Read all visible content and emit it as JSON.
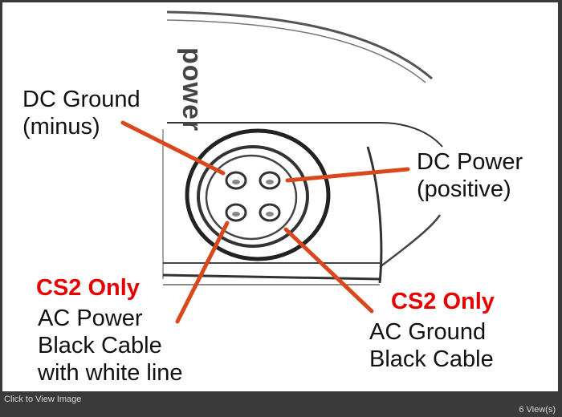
{
  "diagram": {
    "housing_text": "power",
    "labels": {
      "dc_ground": "DC Ground\n(minus)",
      "dc_power": "DC Power\n(positive)",
      "cs2_left": "CS2 Only",
      "ac_power": "AC Power\nBlack Cable\nwith white line",
      "cs2_right": "CS2 Only",
      "ac_ground": "AC Ground\nBlack Cable"
    },
    "colors": {
      "leader_line": "#d9481c",
      "cs2_text": "#e60000"
    }
  },
  "footer": {
    "caption": "Click to View Image",
    "views": "6 View(s)"
  }
}
